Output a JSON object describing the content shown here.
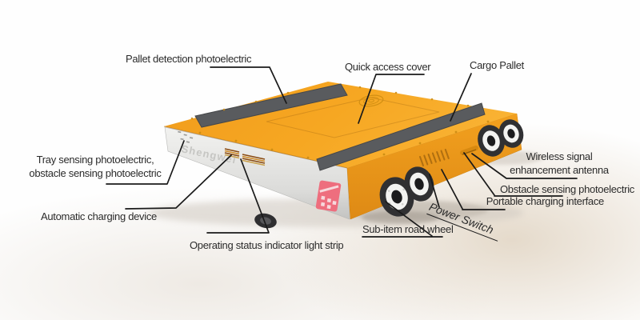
{
  "figure": {
    "type": "annotated-product-diagram",
    "product": "AGV pallet transport robot",
    "brand_text": "Shengwei",
    "colors": {
      "body_orange": "#F5A41F",
      "body_orange_dark": "#E8921A",
      "tread_gray": "#595B5E",
      "panel_silver": "#E7E7E5",
      "logo_pink": "#EE6E7E",
      "leader_line": "#1A1A1A",
      "label_text": "#2B2B2B",
      "background_beige": "#E2D6C7"
    },
    "labels": [
      {
        "id": "pallet-detection",
        "text": "Pallet detection photoelectric"
      },
      {
        "id": "quick-access-cover",
        "text": "Quick access cover"
      },
      {
        "id": "cargo-pallet",
        "text": "Cargo Pallet"
      },
      {
        "id": "tray-obstacle-sensing",
        "text": "Tray sensing photoelectric,",
        "text2": "obstacle sensing photoelectric"
      },
      {
        "id": "automatic-charging-device",
        "text": "Automatic charging device"
      },
      {
        "id": "operating-status-indicator",
        "text": "Operating status indicator light strip"
      },
      {
        "id": "sub-item-road-wheel",
        "text": "Sub-item road wheel"
      },
      {
        "id": "power-switch",
        "text": "Power Switch"
      },
      {
        "id": "portable-charging-interface",
        "text": "Portable charging interface"
      },
      {
        "id": "obstacle-sensing-photoelectric",
        "text": "Obstacle sensing photoelectric"
      },
      {
        "id": "wireless-antenna",
        "text": "Wireless signal",
        "text2": "enhancement antenna"
      }
    ]
  }
}
